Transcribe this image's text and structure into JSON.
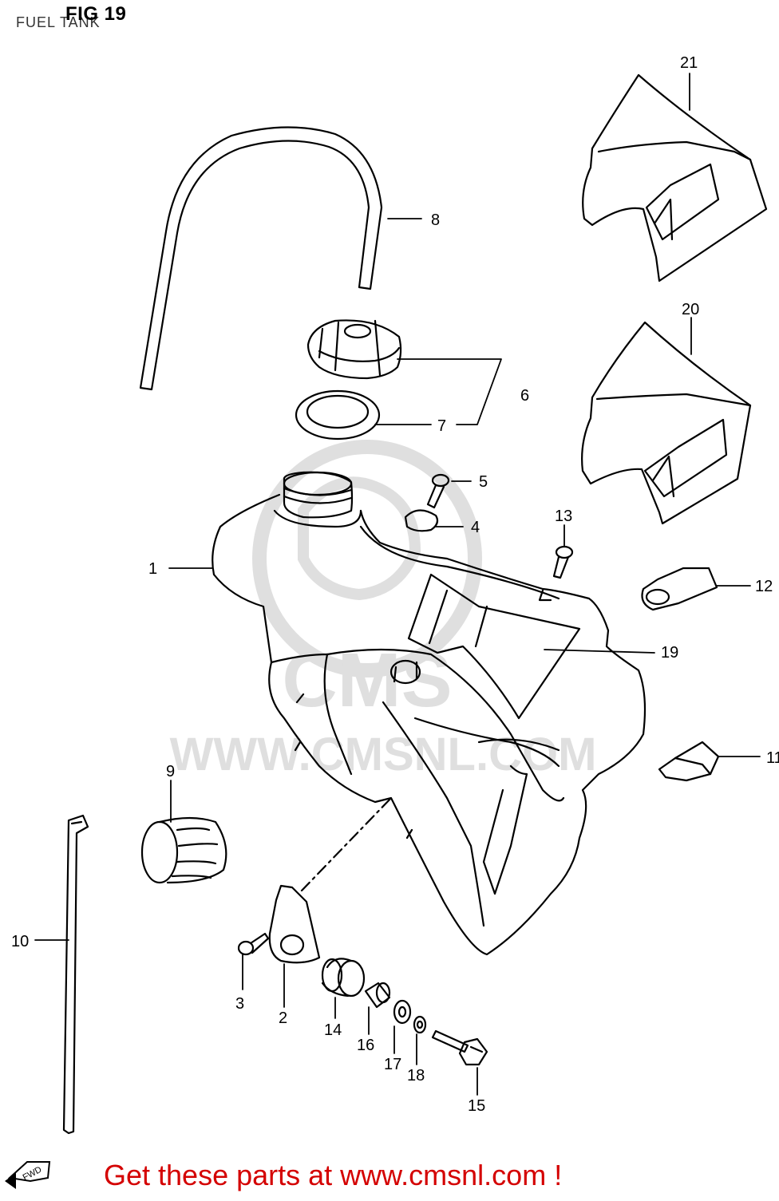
{
  "header": {
    "figure": "FIG 19",
    "subtitle": "FUEL TANK"
  },
  "watermark": {
    "logo_text": "CMS",
    "url_text": "WWW.CMSNL.COM"
  },
  "direction_badge": "FWD",
  "callouts": {
    "p1": "1",
    "p2": "2",
    "p3": "3",
    "p4": "4",
    "p5": "5",
    "p6": "6",
    "p7": "7",
    "p8": "8",
    "p9": "9",
    "p10": "10",
    "p11": "11",
    "p12": "12",
    "p13": "13",
    "p14": "14",
    "p15": "15",
    "p16": "16",
    "p17": "17",
    "p18": "18",
    "p19": "19",
    "p20": "20",
    "p21": "21"
  },
  "footer": {
    "promo": "Get these parts at www.cmsnl.com !"
  },
  "colors": {
    "line": "#000000",
    "promo": "#d40000",
    "watermark": "#d9d9d9"
  }
}
